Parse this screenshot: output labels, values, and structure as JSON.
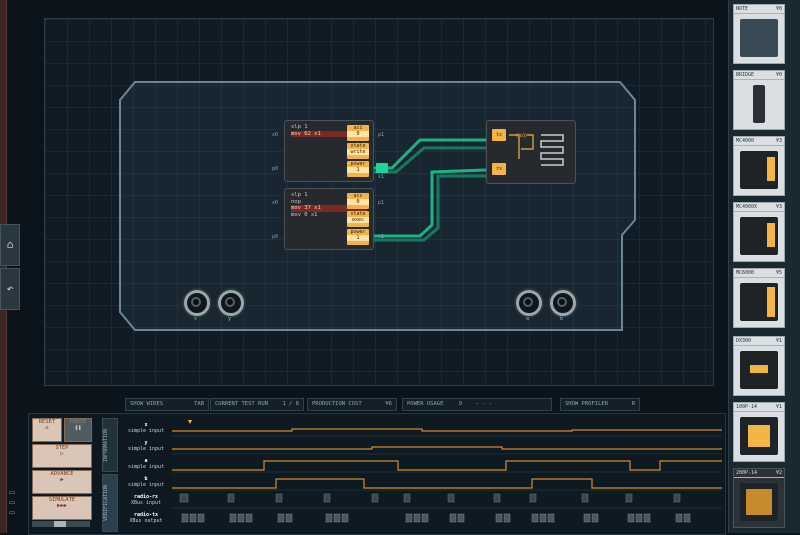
{
  "nav": {
    "home_icon": "home-icon",
    "back_icon": "back-icon"
  },
  "chip_a": {
    "code": [
      "slp 1",
      "mov 62 x1"
    ],
    "highlight_line": 1,
    "regs": [
      {
        "label": "acc",
        "value": "0"
      },
      {
        "label": "state",
        "value": "write"
      },
      {
        "label": "power",
        "value": "1"
      }
    ],
    "ports_left": [
      "x0",
      "p0"
    ],
    "ports_right": [
      "p1",
      "x1"
    ]
  },
  "chip_b": {
    "code": [
      "slp 1",
      "nop",
      "mov 37 x1",
      "mov 0 x1"
    ],
    "highlight_line": 2,
    "regs": [
      {
        "label": "acc",
        "value": "0"
      },
      {
        "label": "state",
        "value": "exec"
      },
      {
        "label": "power",
        "value": "1"
      }
    ],
    "ports_left": [
      "x0",
      "p0"
    ],
    "ports_right": [
      "p1",
      "x1"
    ]
  },
  "radio": {
    "tx_label": "tx",
    "rx_label": "rx"
  },
  "sockets": [
    {
      "label": "x"
    },
    {
      "label": "y"
    },
    {
      "label": "a"
    },
    {
      "label": "b"
    }
  ],
  "status_bar": {
    "show_wires": "SHOW WIRES",
    "show_wires_key": "TAB",
    "current_test_run": "CURRENT TEST RUN",
    "test_run_value": "1 / 8",
    "production_cost": "PRODUCTION COST",
    "cost_value": "¥6",
    "power_usage": "POWER USAGE",
    "power_value": "9",
    "power_dashes": "-      -      -",
    "show_profiler": "SHOW PROFILER",
    "profiler_key": "R"
  },
  "palette": [
    {
      "name": "NOTE",
      "price": "¥0"
    },
    {
      "name": "BRIDGE",
      "price": "¥0"
    },
    {
      "name": "MC4000",
      "price": "¥3"
    },
    {
      "name": "MC4000X",
      "price": "¥3"
    },
    {
      "name": "MC6000",
      "price": "¥5"
    },
    {
      "name": "DX300",
      "price": "¥1"
    },
    {
      "name": "100P-14",
      "price": "¥1"
    },
    {
      "name": "200P-14",
      "price": "¥2"
    }
  ],
  "controls": {
    "reset": "RESET",
    "pause": "PAUSE",
    "step": "STEP",
    "advance": "ADVANCE",
    "simulate": "SIMULATE",
    "tab_information": "INFORMATION",
    "tab_verification": "VERIFICATION"
  },
  "signals": [
    {
      "name": "x",
      "type": "simple input"
    },
    {
      "name": "y",
      "type": "simple input"
    },
    {
      "name": "a",
      "type": "simple input"
    },
    {
      "name": "b",
      "type": "simple input"
    },
    {
      "name": "radio-rx",
      "type": "XBus input"
    },
    {
      "name": "radio-tx",
      "type": "XBus output"
    }
  ],
  "colors": {
    "accent": "#f2b347",
    "wire": "#1fd49a",
    "bg": "#0b141b"
  }
}
